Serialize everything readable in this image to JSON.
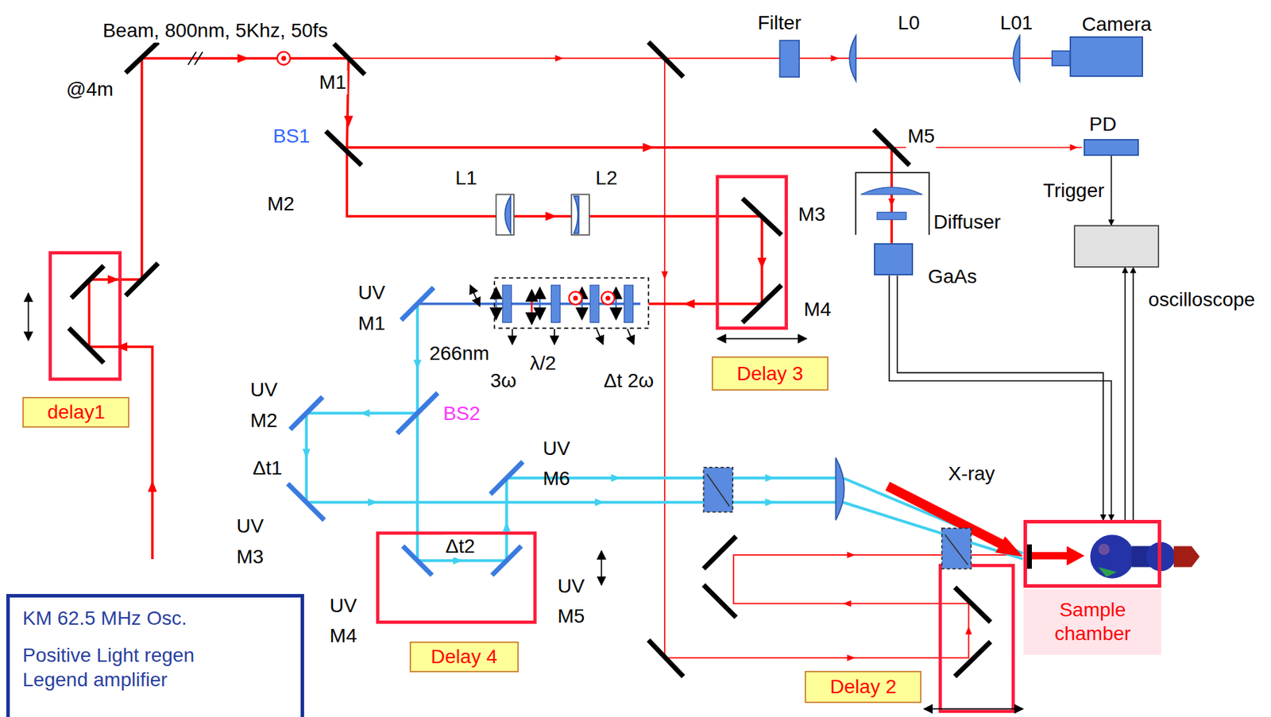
{
  "diagram": {
    "nodes": [
      {
        "text": [
          "delay1"
        ]
      },
      {
        "text": [
          "Delay 3"
        ]
      },
      {
        "text": [
          "Delay 4"
        ]
      },
      {
        "text": [
          "Delay 2"
        ]
      },
      {
        "text": [
          "KM 62.5 MHz Osc.",
          "Positive Light regen Legend amplifier"
        ]
      },
      {
        "text": [
          "PD"
        ]
      },
      {
        "text": [
          "oscilloscope"
        ]
      },
      {
        "text": [
          "GaAs"
        ]
      },
      {
        "text": [
          "Diffuser"
        ]
      },
      {
        "text": [
          "Sample chamber"
        ]
      },
      {
        "text": [
          "Camera"
        ]
      }
    ],
    "edges": [
      {
        "from": 5,
        "to": 6,
        "arrow": "to",
        "label": "Trigger"
      },
      {
        "from": 7,
        "to": 9,
        "arrow": "to"
      },
      {
        "from": 9,
        "to": 6,
        "arrow": "to"
      }
    ],
    "labels": [
      "Beam, 800nm, 5Khz, 50fs",
      "@4m",
      "M1",
      "BS1",
      "M2",
      "L1",
      "L2",
      "M3",
      "M4",
      "M5",
      "Filter",
      "L0",
      "L01",
      "UV M1",
      "266nm",
      "3ω",
      "λ/2",
      "Δt 2ω",
      "UV M2",
      "BS2",
      "Δt1",
      "UV M3",
      "UV M6",
      "Δt2",
      "UV M4",
      "UV M5",
      "X-ray"
    ]
  }
}
